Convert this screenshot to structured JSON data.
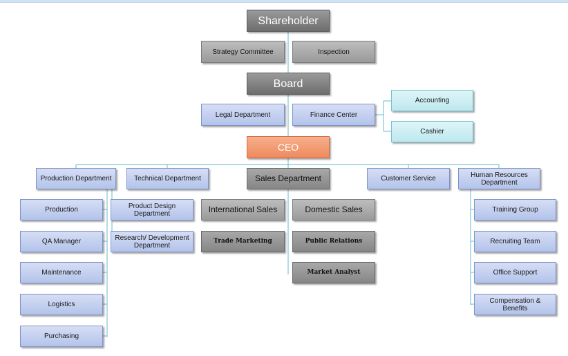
{
  "org_chart": {
    "shareholder": "Shareholder",
    "strategy_committee": "Strategy Committee",
    "inspection": "Inspection",
    "board": "Board",
    "legal_department": "Legal Department",
    "finance_center": "Finance Center",
    "accounting": "Accounting",
    "cashier": "Cashier",
    "ceo": "CEO",
    "departments": {
      "production": {
        "title": "Production Department",
        "children": [
          "Production",
          "QA Manager",
          "Maintenance",
          "Logistics",
          "Purchasing"
        ]
      },
      "technical": {
        "title": "Technical Department",
        "children": [
          "Product Design Department",
          "Research/ Development Department"
        ]
      },
      "sales": {
        "title": "Sales Department",
        "international_sales": "International Sales",
        "domestic_sales": "Domestic Sales",
        "trade_marketing": "Trade Marketing",
        "public_relations": "Public Relations",
        "market_analyst": "Market Analyst"
      },
      "customer_service": {
        "title": "Customer Service"
      },
      "human_resources": {
        "title": "Human Resources Department",
        "children": [
          "Training Group",
          "Recruiting Team",
          "Office Support",
          "Compensation & Benefits"
        ]
      }
    }
  },
  "colors": {
    "connector": "#7fc4d4",
    "ceo_fill": "#f0956a",
    "department_fill": "#c4d0ef",
    "finance_child_fill": "#cdeef3",
    "executive_fill": "#8a8a8a"
  }
}
